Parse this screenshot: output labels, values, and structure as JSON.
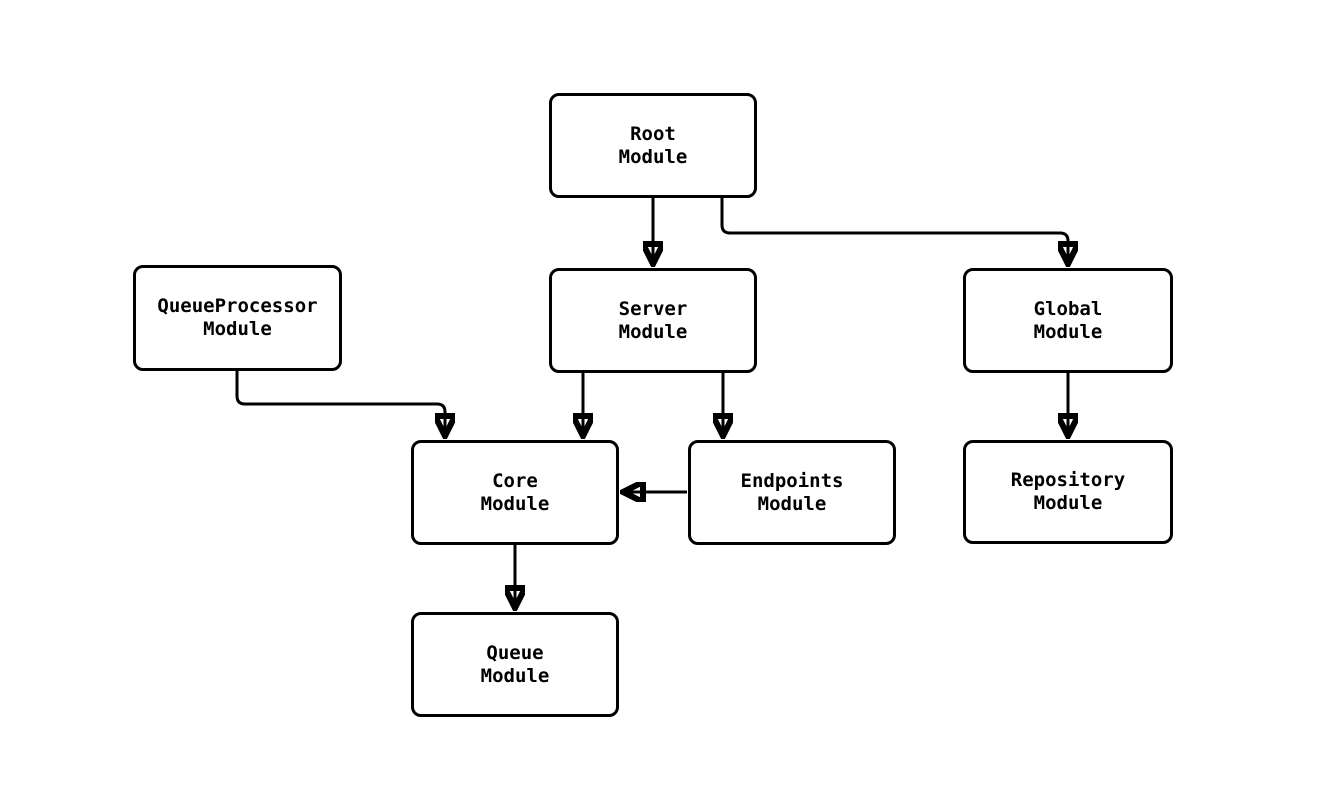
{
  "diagram": {
    "type": "module-dependency-graph",
    "background_color": "#ffffff",
    "stroke_color": "#000000",
    "nodes": [
      {
        "id": "root",
        "label": "Root\nModule"
      },
      {
        "id": "queueprocessor",
        "label": "QueueProcessor\nModule"
      },
      {
        "id": "server",
        "label": "Server\nModule"
      },
      {
        "id": "global",
        "label": "Global\nModule"
      },
      {
        "id": "core",
        "label": "Core\nModule"
      },
      {
        "id": "endpoints",
        "label": "Endpoints\nModule"
      },
      {
        "id": "repository",
        "label": "Repository\nModule"
      },
      {
        "id": "queue",
        "label": "Queue\nModule"
      }
    ],
    "edges": [
      {
        "from": "Root Module",
        "to": "Server Module"
      },
      {
        "from": "Root Module",
        "to": "Global Module"
      },
      {
        "from": "QueueProcessor Module",
        "to": "Core Module"
      },
      {
        "from": "Server Module",
        "to": "Core Module"
      },
      {
        "from": "Server Module",
        "to": "Endpoints Module"
      },
      {
        "from": "Endpoints Module",
        "to": "Core Module"
      },
      {
        "from": "Global Module",
        "to": "Repository Module"
      },
      {
        "from": "Core Module",
        "to": "Queue Module"
      }
    ]
  }
}
